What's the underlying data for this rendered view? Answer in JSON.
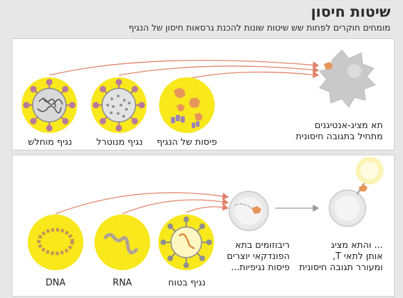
{
  "header": {
    "title": "שיטות חיסון",
    "subtitle": "מומחים חוקרים לפחות שש שיטות שונות להכנת גרסאות חיסון של הנגיף"
  },
  "top_panel": {
    "labels": {
      "attenuated": "נגיף מוחלש",
      "inactivated": "נגיף מנוטרל",
      "pieces": "פיסות של הנגיף",
      "apc_line1": "תא מציג-אנטיגנים",
      "apc_line2": "מתחיל בתגובה חיסונית"
    }
  },
  "bottom_panel": {
    "labels": {
      "dna": "DNA",
      "rna": "RNA",
      "safe_virus": "נגיף בטוח",
      "ribosomes_line1": "ריבוזומים בתא",
      "ribosomes_line2": "הפונדקאי יוצרים",
      "ribosomes_line3": "פיסות נגיפיות...",
      "tcell_line1": "... והתא מציג",
      "tcell_line2": "אותן לתאי T,",
      "tcell_line3": "ומעורר תגובה חיסונית"
    }
  },
  "colors": {
    "yellow_disc": "#f8e81c",
    "arrow": "#e0846a",
    "spike": "#b9799c",
    "antigen": "#e8955a",
    "cell": "#c9c9c9",
    "dna_orange": "#d98a3a"
  }
}
